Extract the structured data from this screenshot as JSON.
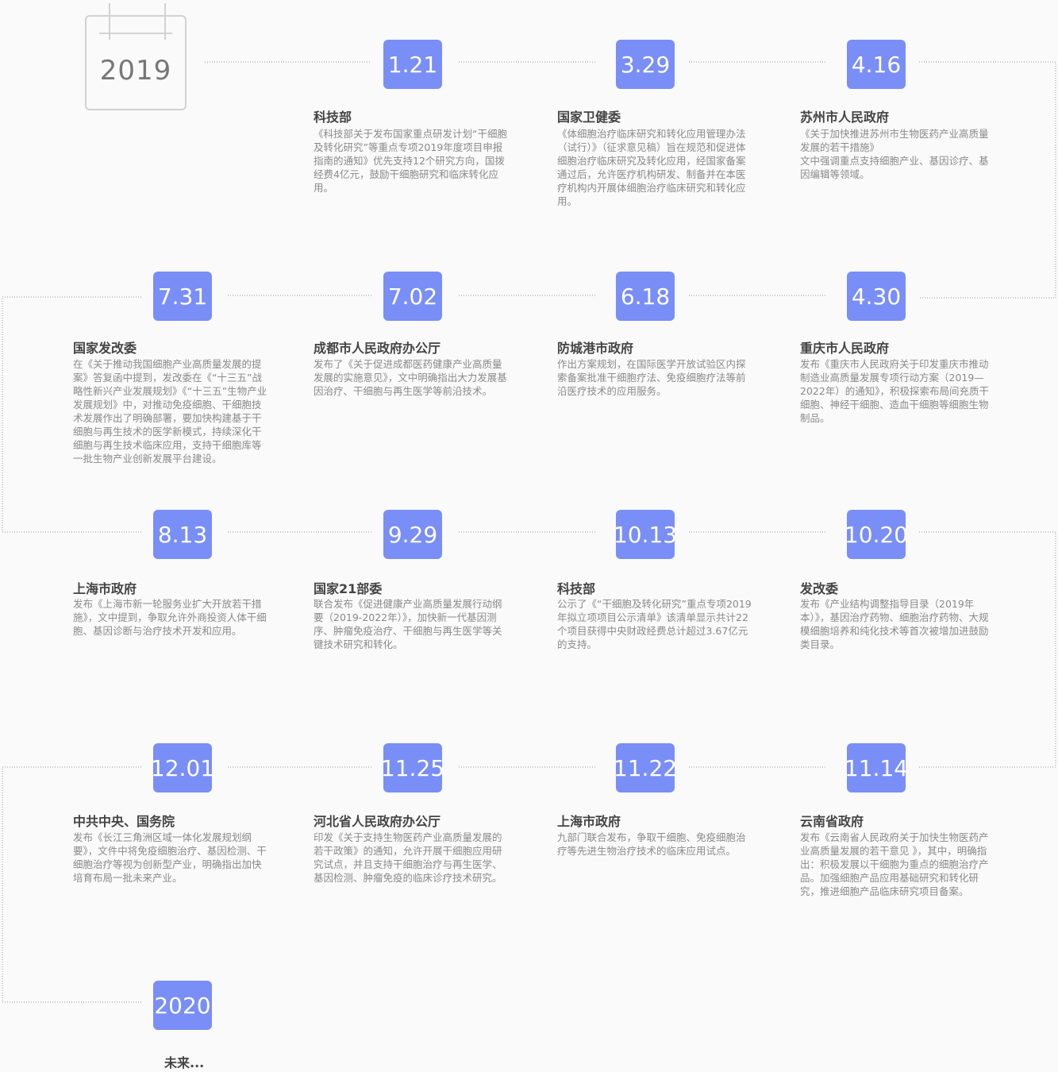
{
  "start_year": "2019",
  "entries": [
    {
      "date": "1.21",
      "title": "科技部",
      "desc": "《科技部关于发布国家重点研发计划“干细胞及转化研究”等重点专项2019年度项目申报指南的通知》优先支持12个研究方向，国拨经费4亿元，鼓励干细胞研究和临床转化应用。"
    },
    {
      "date": "3.29",
      "title": "国家卫健委",
      "desc": "《体细胞治疗临床研究和转化应用管理办法（试行）》（征求意见稿）旨在规范和促进体细胞治疗临床研究及转化应用，经国家备案通过后，允许医疗机构研发、制备并在本医疗机构内开展体细胞治疗临床研究和转化应用。"
    },
    {
      "date": "4.16",
      "title": "苏州市人民政府",
      "desc": "《关于加快推进苏州市生物医药产业高质量发展的若干措施》\n文中强调重点支持细胞产业、基因诊疗、基因编辑等领域。"
    },
    {
      "date": "4.30",
      "title": "重庆市人民政府",
      "desc": "发布《重庆市人民政府关于印发重庆市推动制造业高质量发展专项行动方案（2019—2022年）的通知》，积极探索布局间充质干细胞、神经干细胞、造血干细胞等细胞生物制品。"
    },
    {
      "date": "6.18",
      "title": "防城港市政府",
      "desc": "作出方案规划，在国际医学开放试验区内探索备案批准干细胞疗法、免疫细胞疗法等前沿医疗技术的应用服务。"
    },
    {
      "date": "7.02",
      "title": "成都市人民政府办公厅",
      "desc": "发布了《关于促进成都医药健康产业高质量发展的实施意见》，文中明确指出大力发展基因治疗、干细胞与再生医学等前沿技术。"
    },
    {
      "date": "7.31",
      "title": "国家发改委",
      "desc": "在《关于推动我国细胞产业高质量发展的提案》答复函中提到，发改委在《“十三五”战略性新兴产业发展规划》《“十三五”生物产业发展规划》中，对推动免疫细胞、干细胞技术发展作出了明确部署，要加快构建基于干细胞与再生技术的医学新模式，持续深化干细胞与再生技术临床应用，支持干细胞库等一批生物产业创新发展平台建设。"
    },
    {
      "date": "8.13",
      "title": "上海市政府",
      "desc": "发布《上海市新一轮服务业扩大开放若干措施》，文中提到，争取允许外商投资人体干细胞、基因诊断与治疗技术开发和应用。"
    },
    {
      "date": "9.29",
      "title": "国家21部委",
      "desc": "联合发布《促进健康产业高质量发展行动纲要（2019-2022年）》，加快新一代基因测序、肿瘤免疫治疗、干细胞与再生医学等关键技术研究和转化。"
    },
    {
      "date": "10.13",
      "title": "科技部",
      "desc": "公示了《“干细胞及转化研究”重点专项2019年拟立项项目公示清单》该清单显示共计22个项目获得中央财政经费总计超过3.67亿元的支持。"
    },
    {
      "date": "10.20",
      "title": "发改委",
      "desc": "发布《产业结构调整指导目录（2019年本）》，基因治疗药物、细胞治疗药物、大规模细胞培养和纯化技术等首次被增加进鼓励类目录。"
    },
    {
      "date": "11.14",
      "title": "云南省政府",
      "desc": "发布《云南省人民政府关于加快生物医药产业高质量发展的若干意见 》，其中，明确指出：积极发展以干细胞为重点的细胞治疗产品。加强细胞产品应用基础研究和转化研究，推进细胞产品临床研究项目备案。"
    },
    {
      "date": "11.22",
      "title": "上海市政府",
      "desc": "九部门联合发布，争取干细胞、免疫细胞治疗等先进生物治疗技术的临床应用试点。"
    },
    {
      "date": "11.25",
      "title": "河北省人民政府办公厅",
      "desc": "印发《关于支持生物医药产业高质量发展的若干政策》的通知，允许开展干细胞应用研究试点，并且支持干细胞治疗与再生医学、基因检测、肿瘤免疫的临床诊疗技术研究。"
    },
    {
      "date": "12.01",
      "title": "中共中央、国务院",
      "desc": "发布《长江三角洲区域一体化发展规划纲要》，文件中将免疫细胞治疗、基因检测、干细胞治疗等视为创新型产业，明确指出加快培育布局一批未来产业。"
    }
  ],
  "end_year": "2020",
  "end_label": "未来...",
  "colors": {
    "node_bg": "#7a8ef7",
    "connector": "#c9c9c9",
    "title": "#444444",
    "text": "#8a8a8a"
  }
}
